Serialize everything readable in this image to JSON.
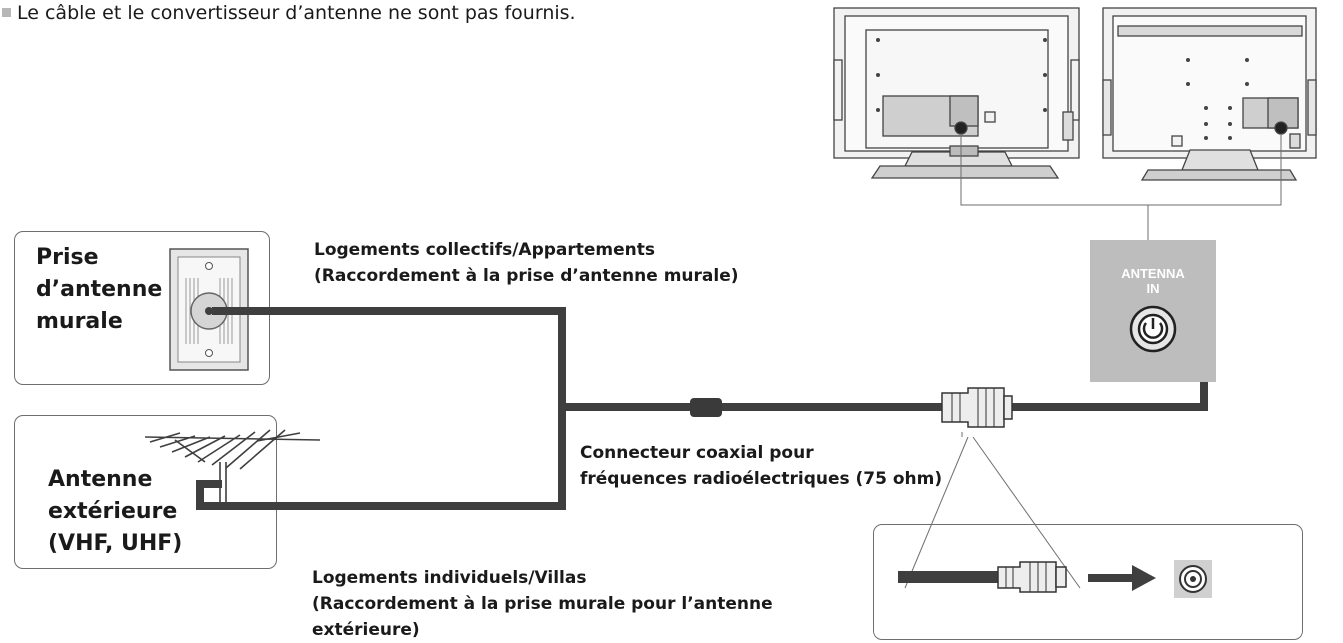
{
  "note": "Le câble et le convertisseur d’antenne ne sont pas fournis.",
  "wall_outlet": {
    "label_lines": [
      "Prise",
      "d’antenne",
      "murale"
    ]
  },
  "outdoor_antenna": {
    "label_lines": [
      "Antenne",
      "extérieure",
      "(VHF, UHF)"
    ]
  },
  "apartments_caption": [
    "Logements collectifs/Appartements",
    "(Raccordement à la prise d’antenne murale)"
  ],
  "villas_caption": [
    "Logements individuels/Villas",
    "(Raccordement à la prise murale pour l’antenne",
    "extérieure)"
  ],
  "connector_caption": [
    "Connecteur coaxial pour",
    "fréquences radioélectriques (75 ohm)"
  ],
  "antenna_in_label": [
    "ANTENNA",
    "IN"
  ],
  "colors": {
    "cable": "#3f3f3f",
    "panel": "#bdbdbd",
    "outline": "#6e6e6e"
  },
  "icons": [
    "tv-rear-left-icon",
    "tv-rear-right-icon",
    "wall-socket-icon",
    "yagi-antenna-icon",
    "coax-plug-icon",
    "arrow-icon",
    "coax-jack-icon"
  ]
}
